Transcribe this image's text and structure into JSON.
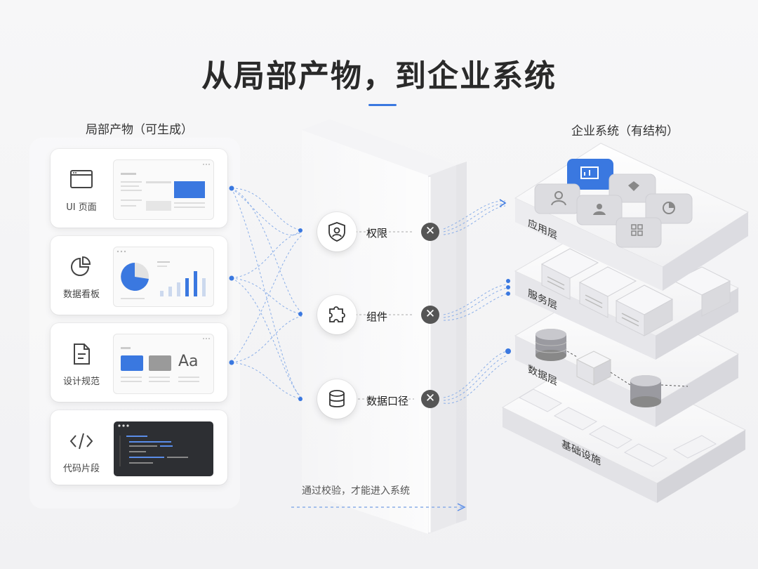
{
  "title": "从局部产物，到企业系统",
  "left_heading": "局部产物（可生成）",
  "right_heading": "企业系统（有结构）",
  "artifacts": [
    {
      "label": "UI 页面",
      "icon": "browser-window-icon"
    },
    {
      "label": "数据看板",
      "icon": "pie-chart-icon"
    },
    {
      "label": "设计规范",
      "icon": "document-icon"
    },
    {
      "label": "代码片段",
      "icon": "code-icon"
    }
  ],
  "design_thumb_text": "Aa",
  "gates": [
    {
      "label": "权限",
      "icon": "shield-user-icon"
    },
    {
      "label": "组件",
      "icon": "puzzle-icon"
    },
    {
      "label": "数据口径",
      "icon": "database-icon"
    }
  ],
  "reject_mark": "✕",
  "note": "通过校验，才能进入系统",
  "layers": [
    {
      "label": "应用层"
    },
    {
      "label": "服务层"
    },
    {
      "label": "数据层"
    },
    {
      "label": "基础设施"
    }
  ],
  "colors": {
    "accent": "#3a78e0",
    "dark": "#2d2f33",
    "mark": "#555555"
  }
}
